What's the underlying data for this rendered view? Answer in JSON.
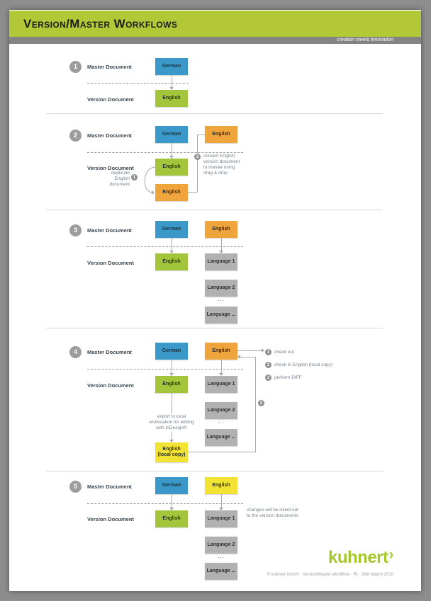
{
  "header": {
    "title": "Version/Master Workflows",
    "tagline": "creation meets innovation"
  },
  "labels": {
    "master": "Master Document",
    "version": "Version Document"
  },
  "boxes": {
    "german": "German",
    "english": "English",
    "english_local": "English\n(local copy)",
    "language1": "Language 1",
    "language2": "Language 2",
    "language_n": "Language ...",
    "ellipsis": "..."
  },
  "sections": [
    {
      "number": "1"
    },
    {
      "number": "2",
      "duplicate_badge": "1",
      "duplicate_note": "duplicate\nEnglish\ndocument",
      "convert_badge": "2",
      "convert_note": "convert English\nversion document\nto master using\ndrag & drop"
    },
    {
      "number": "3"
    },
    {
      "number": "4",
      "steps": [
        {
          "badge": "1",
          "label": "check out"
        },
        {
          "badge": "2",
          "label": "check in English (local copy)"
        },
        {
          "badge": "3",
          "label": "perform DIFF"
        }
      ],
      "export_note": "export to local\nworkstation for editing\nwith InDesign®",
      "return_badge": "2"
    },
    {
      "number": "5",
      "rollout_note": "changes will be rolled out\nto the version documents"
    }
  ],
  "footer": {
    "logo_text": "kuhnert",
    "logo_mark": "›",
    "copyright": "© kuhnert GmbH · Version/Master Workflow · RI · 29th March 2010"
  },
  "colors": {
    "frame": "#8d8d8d",
    "page": "#ffffff",
    "header_green": "#b2c837",
    "header_text": "#1d1d1b",
    "strip_gray": "#848484",
    "blue": "#3a99c9",
    "green": "#a2c53b",
    "orange": "#f0a43c",
    "yellow": "#f1e234",
    "gray_box": "#b1b1b1",
    "logo_green": "#a6c82c",
    "line": "#a9a9a9",
    "note_text": "#75828e",
    "label_text": "#3a4650",
    "badge": "#8f8f8f",
    "circle": "#9c9c9c",
    "separator": "#d8d8d8"
  }
}
